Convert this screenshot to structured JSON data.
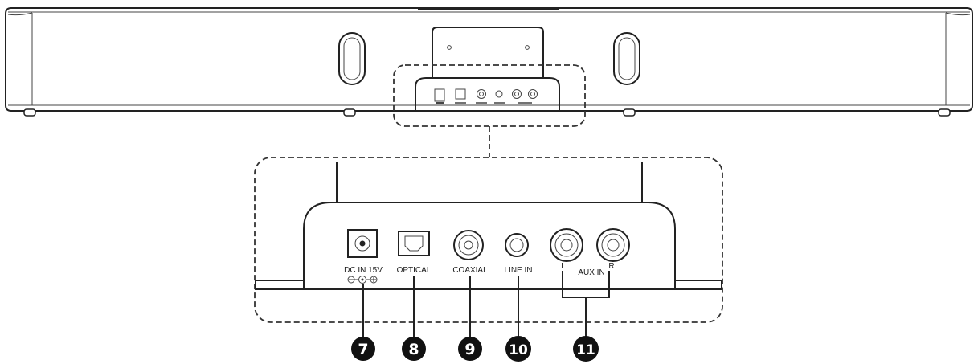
{
  "connector_panel": {
    "dc_in_label": "DC IN 15V",
    "optical_label": "OPTICAL",
    "coaxial_label": "COAXIAL",
    "line_in_label": "LINE IN",
    "aux_in_label": "AUX IN",
    "aux_left_label": "L",
    "aux_right_label": "R"
  },
  "callouts": [
    {
      "number": "7"
    },
    {
      "number": "8"
    },
    {
      "number": "9"
    },
    {
      "number": "10"
    },
    {
      "number": "11"
    }
  ]
}
